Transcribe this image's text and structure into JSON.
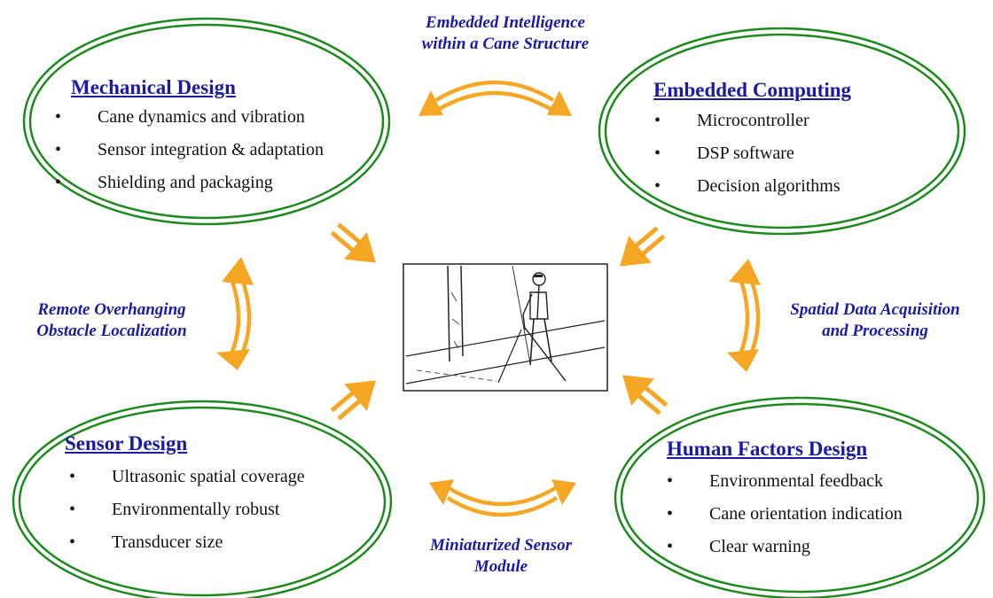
{
  "modules": [
    {
      "id": "mechanical",
      "title": "Mechanical Design",
      "bullets": [
        "Cane dynamics and vibration",
        "Sensor integration & adaptation",
        "Shielding and packaging"
      ]
    },
    {
      "id": "embedded",
      "title": "Embedded Computing",
      "bullets": [
        "Microcontroller",
        "DSP software",
        "Decision algorithms"
      ]
    },
    {
      "id": "sensor",
      "title": "Sensor Design",
      "bullets": [
        "Ultrasonic spatial coverage",
        "Environmentally robust",
        "Transducer size"
      ]
    },
    {
      "id": "human",
      "title": "Human Factors Design",
      "bullets": [
        "Environmental feedback",
        "Cane orientation indication",
        "Clear warning"
      ]
    }
  ],
  "links": {
    "top": [
      "Embedded Intelligence",
      "within a Cane Structure"
    ],
    "left": [
      "Remote Overhanging",
      "Obstacle Localization"
    ],
    "right": [
      "Spatial Data Acquisition",
      "and Processing"
    ],
    "bottom": [
      "Miniaturized Sensor",
      "Module"
    ]
  },
  "colors": {
    "ellipse": "#1e8a1e",
    "arrow": "#f5a623",
    "heading": "#1a1aa6",
    "text": "#111111"
  }
}
